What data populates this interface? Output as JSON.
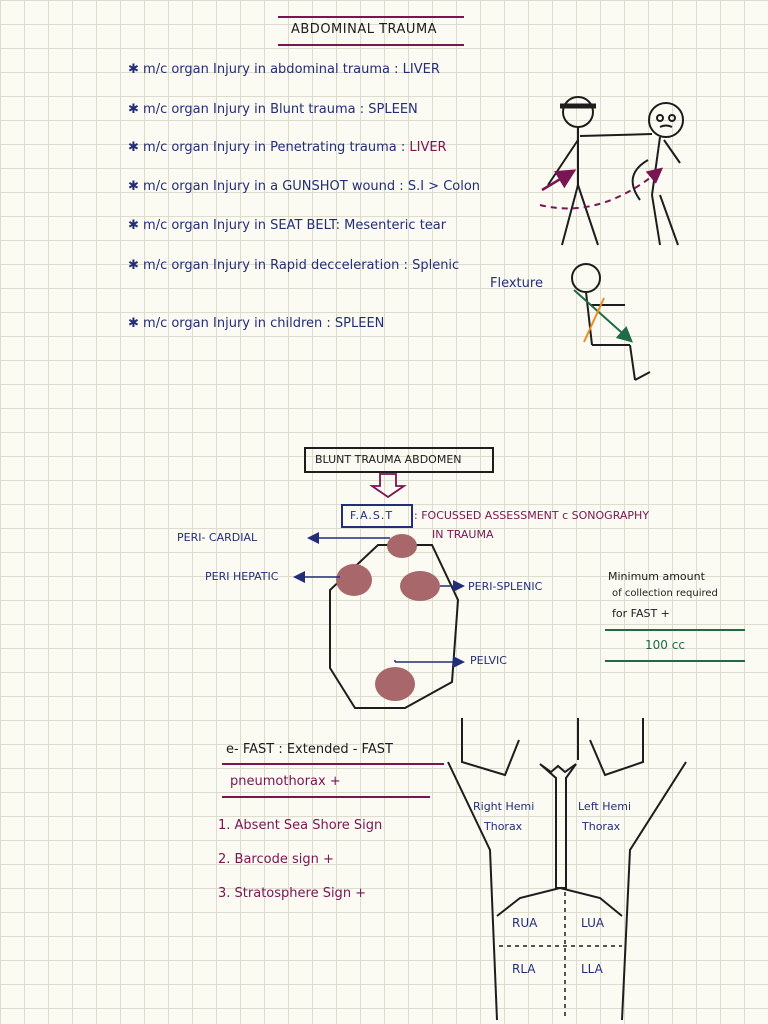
{
  "title": "ABDOMINAL TRAUMA",
  "facts": [
    {
      "label": "m/c organ Injury in abdominal trauma :",
      "answer": "LIVER"
    },
    {
      "label": "m/c organ Injury in Blunt trauma :",
      "answer": "SPLEEN"
    },
    {
      "label": "m/c organ Injury in Penetrating trauma :",
      "answer": "LIVER"
    },
    {
      "label": "m/c organ Injury in a GUNSHOT wound :",
      "answer": "S.I > Colon"
    },
    {
      "label": "m/c organ Injury in SEAT BELT:",
      "answer": "Mesenteric tear"
    },
    {
      "label": "m/c organ Injury in Rapid decceleration :",
      "answer": "Splenic",
      "answer2": "Flexture"
    },
    {
      "label": "m/c organ Injury in children :",
      "answer": "SPLEEN"
    }
  ],
  "blunt": {
    "heading": "BLUNT TRAUMA ABDOMEN",
    "fast_box": "F.A.S.T",
    "fast_full1": ": FOCUSSED ASSESSMENT c SONOGRAPHY",
    "fast_full2": "IN TRAUMA",
    "labels": {
      "pericardial": "PERI- CARDIAL",
      "perihepatic": "PERI HEPATIC",
      "perisplenic": "PERI-SPLENIC",
      "pelvic": "PELVIC"
    },
    "min_amount": [
      "Minimum amount",
      "of collection required",
      "for FAST +"
    ],
    "min_value": "100 cc"
  },
  "efast": {
    "heading": "e- FAST  :  Extended - FAST",
    "sub": "pneumothorax +",
    "signs": [
      "1. Absent Sea Shore Sign",
      "2. Barcode sign +",
      "3. Stratosphere Sign +"
    ],
    "torso": {
      "right": [
        "Right Hemi",
        "Thorax"
      ],
      "left": [
        "Left Hemi",
        "Thorax"
      ],
      "quadrants": [
        "RUA",
        "LUA",
        "RLA",
        "LLA"
      ]
    }
  },
  "colors": {
    "ink_navy": "#232e78",
    "ink_maroon": "#7a1452",
    "fluid": "#a8676a",
    "green_line": "#1f6b45"
  }
}
